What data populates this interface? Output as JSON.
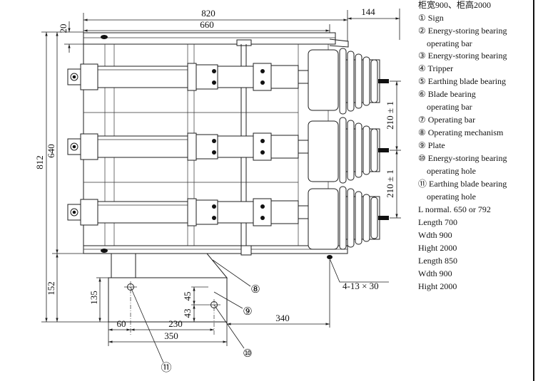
{
  "dimensions": {
    "overall_width": "820",
    "side_extension": "144",
    "inner_width": "660",
    "top_offset": "20",
    "frame_height": "640",
    "overall_height": "812",
    "pole_pitch_upper": "210 ± 1",
    "pole_pitch_lower": "210 ± 1",
    "base_height": "152",
    "plate_height": "135",
    "hole_offset_upper": "45",
    "hole_offset_lower": "43",
    "plate_left_to_hole": "60",
    "hole_spacing": "230",
    "plate_width": "350",
    "plate_to_frame": "340",
    "mounting_holes": "4-13 × 30"
  },
  "callouts": {
    "mechanism": "⑧",
    "plate": "⑨",
    "energy_storing_hole": "⑩",
    "earthing_hole": "⑪"
  },
  "legend": {
    "header": "柜宽900、柜高2000",
    "lines": [
      "① Sign",
      "② Energy-storing bearing",
      "operating bar",
      "③ Energy-storing bearing",
      "④ Tripper",
      "⑤ Earthing blade bearing",
      "⑥ Blade bearing",
      "operating bar",
      "⑦ Operating bar",
      "⑧ Operating mechanism",
      "⑨ Plate",
      "⑩ Energy-storing bearing",
      "operating hole",
      "⑪ Earthing blade bearing",
      "operating hole",
      "L normal. 650 or 792",
      "Length 700",
      "Wdth 900",
      "Hight 2000",
      "Length 850",
      "Wdth 900",
      "Hight 2000"
    ]
  }
}
